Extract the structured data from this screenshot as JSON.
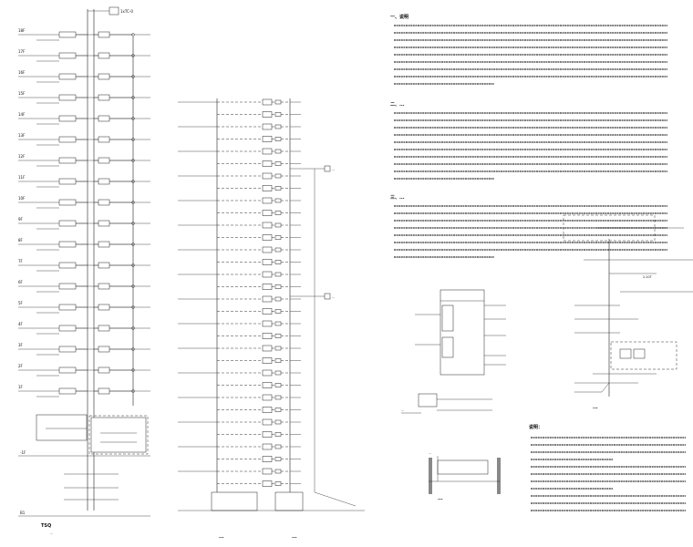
{
  "diagram_1": {
    "top_label": "1xTC-0",
    "caption": "TSQ",
    "sub_caption": "...",
    "floor_count": 18,
    "floor_labels": [
      "18F",
      "17F",
      "16F",
      "15F",
      "14F",
      "13F",
      "12F",
      "11F",
      "10F",
      "9F",
      "8F",
      "7F",
      "6F",
      "5F",
      "4F",
      "3F",
      "2F",
      "1F"
    ],
    "bottom_labels": [
      "-1F",
      "B1"
    ]
  },
  "diagram_2": {
    "caption_left": "...",
    "caption_right": "...",
    "row_count": 32,
    "branch_label_1": "...",
    "branch_label_2": "..."
  },
  "notes": {
    "heading_1": "一、说明",
    "heading_2": "二、...",
    "heading_3": "三、...",
    "line_groups": [
      9,
      10,
      8
    ]
  },
  "detail_diagram": {
    "caption": "...",
    "sub_caption": "...",
    "ground_caption": "..."
  },
  "right_diagram": {
    "caption": "...",
    "label_1": "2-20T",
    "notes_heading": "说明："
  },
  "colors": {
    "line": "#222222",
    "background": "#ffffff"
  }
}
